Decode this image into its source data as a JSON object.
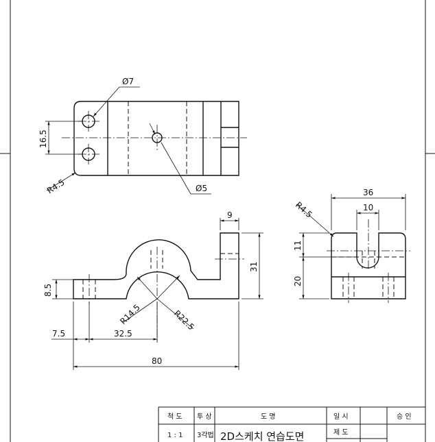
{
  "views": {
    "top": {
      "dims": {
        "hole_dia_small": "Ø7",
        "hole_dia_center": "Ø5",
        "hole_spacing": "16.5",
        "corner_radius": "R4.5"
      }
    },
    "front": {
      "dims": {
        "total_length": "80",
        "left_offset": "7.5",
        "center_offset": "32.5",
        "base_height": "8.5",
        "total_height": "31",
        "upright_width": "9",
        "inner_radius": "R14.5",
        "outer_radius": "R22.5"
      }
    },
    "side": {
      "dims": {
        "width": "36",
        "slot_width": "10",
        "corner_radius": "R4.5",
        "slot_offset": "11",
        "height": "20"
      }
    }
  },
  "title_block": {
    "headers": {
      "scale": "척 도",
      "projection": "투 상",
      "drawing_name": "도   명",
      "date": "일 시",
      "approval": "승 인"
    },
    "values": {
      "scale": "1 : 1",
      "projection": "3각법",
      "drawing_name": "2D스케치 연습도면",
      "drafted": "제 도"
    }
  }
}
